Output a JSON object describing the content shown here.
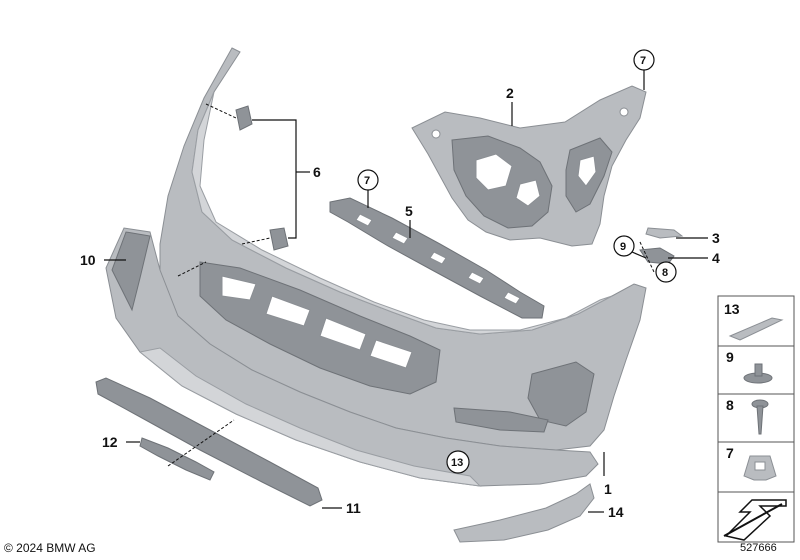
{
  "callouts": {
    "c1": "1",
    "c2": "2",
    "c3": "3",
    "c4": "4",
    "c5": "5",
    "c6": "6",
    "c7": "7",
    "c8": "8",
    "c9": "9",
    "c10": "10",
    "c11": "11",
    "c12": "12",
    "c13": "13",
    "c14": "14"
  },
  "circle_callouts": {
    "c7_top": "7",
    "c7_mid": "7",
    "c9": "9",
    "c8": "8",
    "c13": "13"
  },
  "legend": {
    "items": [
      "13",
      "9",
      "8",
      "7"
    ]
  },
  "footer": {
    "copyright": "© 2024 BMW AG",
    "doc_number": "527666"
  },
  "colors": {
    "part_fill": "#b9bcc0",
    "part_dark": "#8f9398",
    "line": "#111111"
  }
}
